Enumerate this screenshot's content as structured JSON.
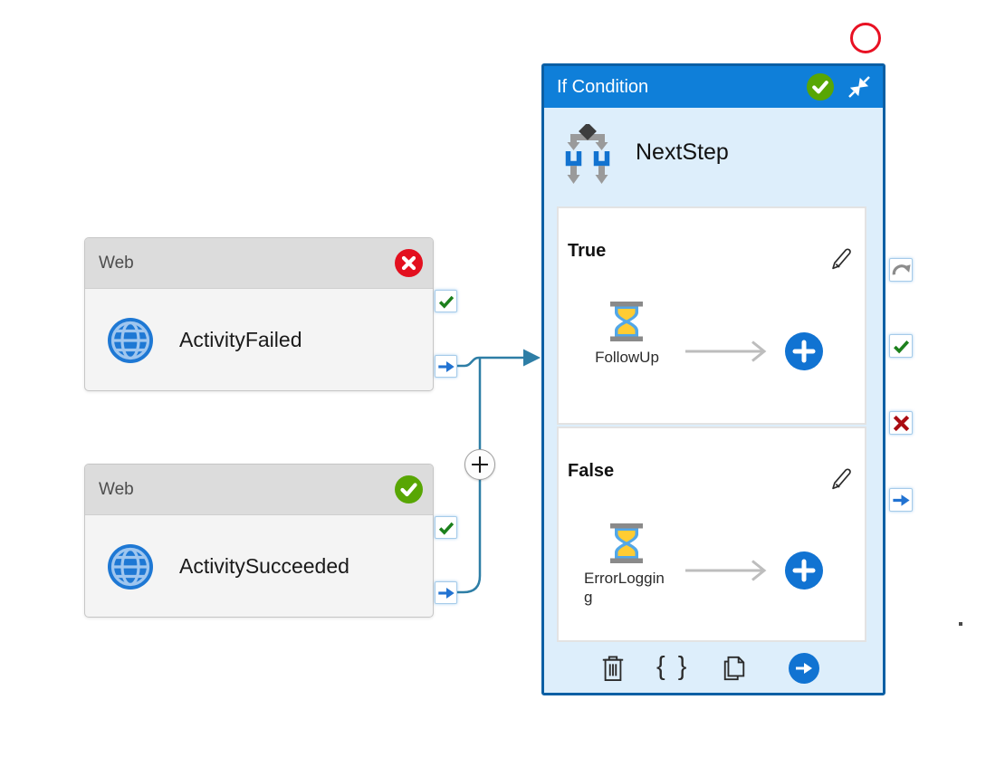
{
  "colors": {
    "header_blue": "#0f7fd9",
    "panel_border_blue": "#0b5fa4",
    "panel_bg_light_blue": "#ddeefb",
    "web_header_gray": "#dcdcdc",
    "success_green": "#58a604",
    "failure_red": "#e3101f",
    "port_check_green": "#1c801c",
    "port_x_red": "#aa0c12",
    "port_arrow_blue": "#2273d2",
    "accent_blue": "#1173d2",
    "connector_teal": "#2e7ea6",
    "annotation_red": "#e81123"
  },
  "web_failed": {
    "type_label": "Web",
    "name": "ActivityFailed",
    "status": "Failed"
  },
  "web_succeeded": {
    "type_label": "Web",
    "name": "ActivitySucceeded",
    "status": "Succeeded"
  },
  "if_condition": {
    "type_label": "If Condition",
    "name": "NextStep",
    "status": "Succeeded",
    "true_branch": {
      "label": "True",
      "activity_name": "FollowUp"
    },
    "false_branch": {
      "label": "False",
      "activity_name": "ErrorLogging"
    },
    "toolbar": {
      "braces_label": "{ }"
    }
  },
  "icons": {
    "globe-icon": "web activity globe",
    "branch-icon": "if-condition diamond with two branch arrows",
    "hourglass-icon": "wait activity ⏳",
    "pencil-icon": "edit branch ✎",
    "trash-icon": "delete activity",
    "braces-icon": "view code { }",
    "copy-icon": "clone activity",
    "arrow-right-circle-icon": "navigate ➜",
    "collapse-icon": "collapse panel diagonal arrows",
    "plus-icon": "add activity +",
    "check-icon": "succeeded ✓",
    "x-icon": "failed ✗",
    "skip-arrow-icon": "skipped curved arrow"
  }
}
